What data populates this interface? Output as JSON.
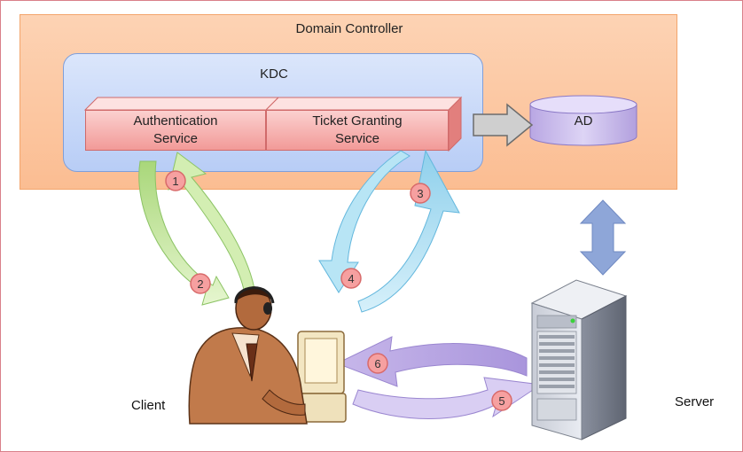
{
  "domain_controller": {
    "title": "Domain Controller"
  },
  "kdc": {
    "title": "KDC"
  },
  "services": {
    "authentication": [
      "Authentication",
      "Service"
    ],
    "ticket_granting": [
      "Ticket Granting",
      "Service"
    ]
  },
  "ad": {
    "label": "AD"
  },
  "client": {
    "label": "Client"
  },
  "server": {
    "label": "Server"
  },
  "steps": [
    "1",
    "2",
    "3",
    "4",
    "5",
    "6"
  ],
  "colors": {
    "domain_controller_fill": "#fbc49c",
    "kdc_fill": "#c9d9f8",
    "service_fill": "#f5a9a7",
    "green_arrow": "#c7e59a",
    "cyan_arrow": "#9fd9ee",
    "purple_arrow": "#c8b8e8",
    "step_circle": "#f6a0a0"
  }
}
